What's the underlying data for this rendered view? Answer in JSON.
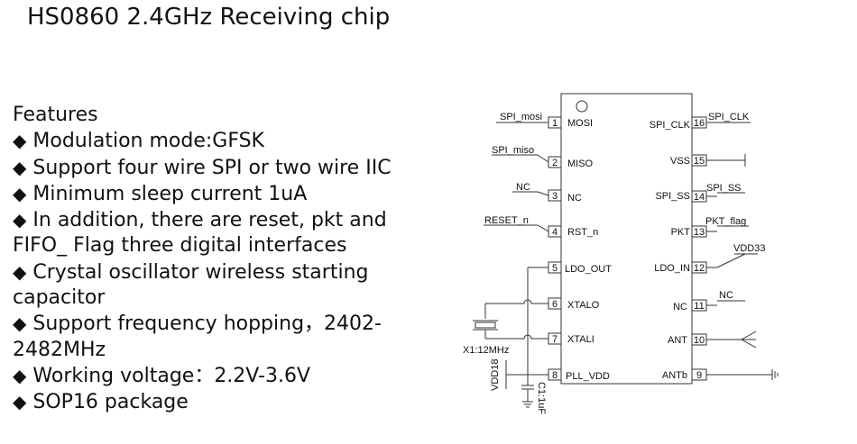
{
  "title": "HS0860 2.4GHz Receiving chip",
  "features": {
    "heading": "Features",
    "bullet": "◆",
    "items": [
      "Modulation mode:GFSK",
      "Support four wire SPI or two wire IIC",
      "Minimum sleep current 1uA",
      "In addition, there are reset, pkt and FIFO_ Flag three digital interfaces",
      "Crystal oscillator wireless starting capacitor",
      "Support frequency hopping，2402-2482MHz",
      "Working voltage：2.2V-3.6V",
      "SOP16 package"
    ]
  },
  "chip": {
    "left_pins": [
      {
        "num": "1",
        "name": "MOSI",
        "net": "SPI_mosi"
      },
      {
        "num": "2",
        "name": "MISO",
        "net": "SPI_miso"
      },
      {
        "num": "3",
        "name": "NC",
        "net": "NC"
      },
      {
        "num": "4",
        "name": "RST_n",
        "net": "RESET_n"
      },
      {
        "num": "5",
        "name": "LDO_OUT",
        "net": ""
      },
      {
        "num": "6",
        "name": "XTALO",
        "net": ""
      },
      {
        "num": "7",
        "name": "XTALI",
        "net": ""
      },
      {
        "num": "8",
        "name": "PLL_VDD",
        "net": ""
      }
    ],
    "right_pins": [
      {
        "num": "16",
        "name": "SPI_CLK",
        "net": "SPI_CLK"
      },
      {
        "num": "15",
        "name": "VSS",
        "net": ""
      },
      {
        "num": "14",
        "name": "SPI_SS",
        "net": "SPI_SS"
      },
      {
        "num": "13",
        "name": "PKT",
        "net": "PKT_flag"
      },
      {
        "num": "12",
        "name": "LDO_IN",
        "net": "VDD33"
      },
      {
        "num": "11",
        "name": "NC",
        "net": "NC"
      },
      {
        "num": "10",
        "name": "ANT",
        "net": ""
      },
      {
        "num": "9",
        "name": "ANTb",
        "net": ""
      }
    ],
    "crystal_label": "X1:12MHz",
    "vdd18_label": "VDD18",
    "cap_label": "C1:1uF"
  }
}
